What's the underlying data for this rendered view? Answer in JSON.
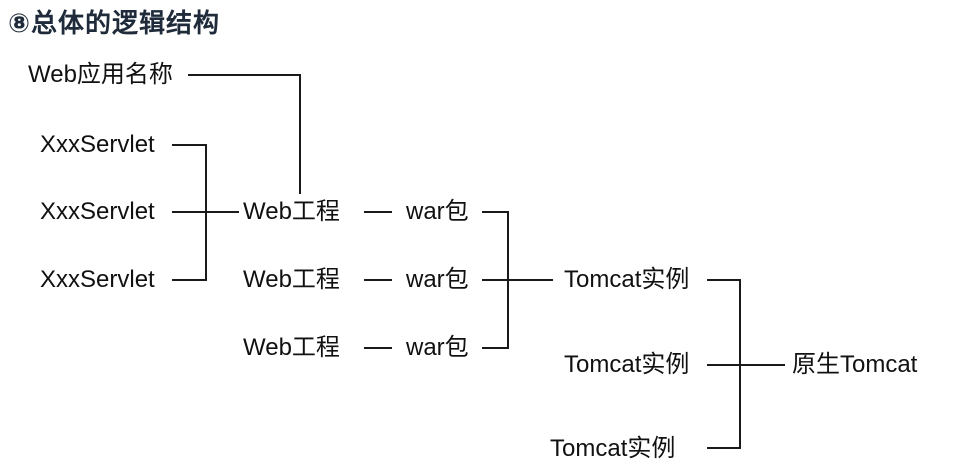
{
  "title": "⑧总体的逻辑结构",
  "diagram": {
    "web_app_name": "Web应用名称",
    "servlets": [
      "XxxServlet",
      "XxxServlet",
      "XxxServlet"
    ],
    "web_projects": [
      "Web工程",
      "Web工程",
      "Web工程"
    ],
    "war_packages": [
      "war包",
      "war包",
      "war包"
    ],
    "tomcat_instances": [
      "Tomcat实例",
      "Tomcat实例",
      "Tomcat实例"
    ],
    "native_tomcat": "原生Tomcat"
  },
  "colors": {
    "background": "#ffffff",
    "title_text": "#1f2b3a",
    "node_text": "#111111",
    "connector_line": "#1a1a1a"
  }
}
